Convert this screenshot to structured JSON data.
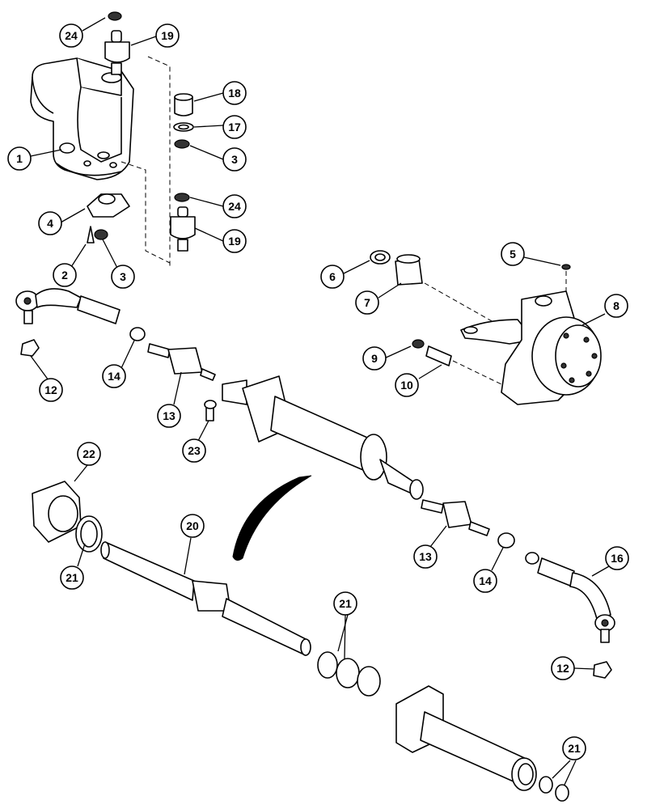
{
  "diagram": {
    "colors": {
      "line": "#000000",
      "background": "#ffffff",
      "shade": "#bdbdbd"
    },
    "callouts": [
      {
        "id": "c24a",
        "label": "24"
      },
      {
        "id": "c19a",
        "label": "19"
      },
      {
        "id": "c18",
        "label": "18"
      },
      {
        "id": "c17",
        "label": "17"
      },
      {
        "id": "c1",
        "label": "1"
      },
      {
        "id": "c3a",
        "label": "3"
      },
      {
        "id": "c24b",
        "label": "24"
      },
      {
        "id": "c4",
        "label": "4"
      },
      {
        "id": "c19b",
        "label": "19"
      },
      {
        "id": "c2",
        "label": "2"
      },
      {
        "id": "c3b",
        "label": "3"
      },
      {
        "id": "c5",
        "label": "5"
      },
      {
        "id": "c6",
        "label": "6"
      },
      {
        "id": "c7",
        "label": "7"
      },
      {
        "id": "c8",
        "label": "8"
      },
      {
        "id": "c9",
        "label": "9"
      },
      {
        "id": "c10",
        "label": "10"
      },
      {
        "id": "c12a",
        "label": "12"
      },
      {
        "id": "c14a",
        "label": "14"
      },
      {
        "id": "c13a",
        "label": "13"
      },
      {
        "id": "c23",
        "label": "23"
      },
      {
        "id": "c22",
        "label": "22"
      },
      {
        "id": "c20",
        "label": "20"
      },
      {
        "id": "c21a",
        "label": "21"
      },
      {
        "id": "c13b",
        "label": "13"
      },
      {
        "id": "c14b",
        "label": "14"
      },
      {
        "id": "c16",
        "label": "16"
      },
      {
        "id": "c21b",
        "label": "21"
      },
      {
        "id": "c12b",
        "label": "12"
      },
      {
        "id": "c21c",
        "label": "21"
      }
    ]
  }
}
